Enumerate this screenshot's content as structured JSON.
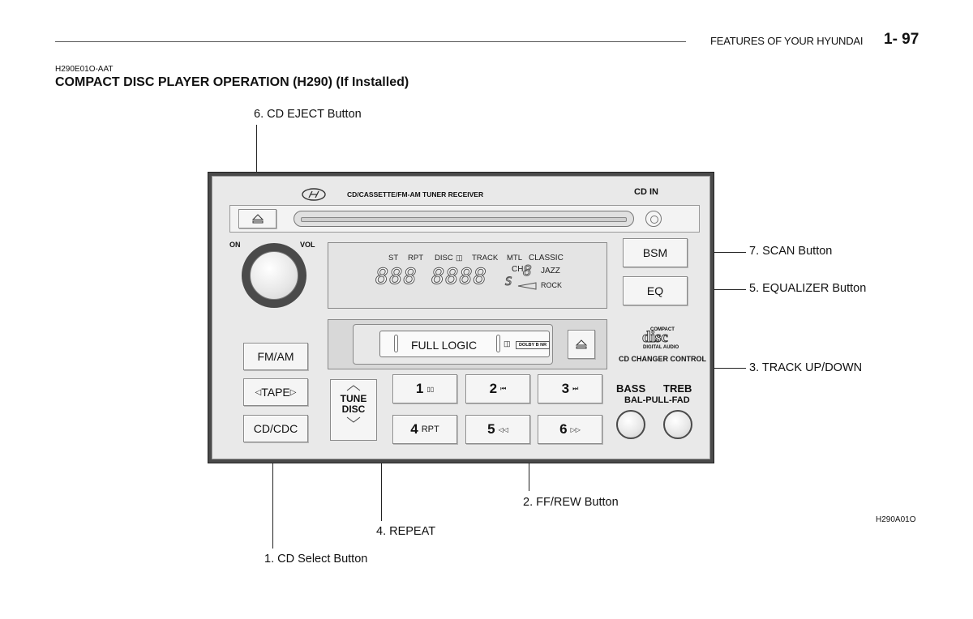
{
  "header": {
    "section": "FEATURES OF YOUR HYUNDAI",
    "page": "1- 97"
  },
  "doc": {
    "code": "H290E01O-AAT",
    "title": "COMPACT DISC PLAYER OPERATION (H290) (If Installed)",
    "figure_code": "H290A01O"
  },
  "callouts": {
    "cd_eject": "6. CD EJECT Button",
    "scan": "7. SCAN Button",
    "equalizer": "5. EQUALIZER Button",
    "track": "3. TRACK UP/DOWN",
    "ff_rew": "2. FF/REW Button",
    "repeat": "4. REPEAT",
    "cd_select": "1. CD Select Button"
  },
  "radio": {
    "receiver_label": "CD/CASSETTE/FM-AM TUNER RECEIVER",
    "cd_in": "CD  IN",
    "knob_on": "ON",
    "knob_vol": "VOL",
    "display": {
      "ind_st": "ST",
      "ind_rpt": "RPT",
      "ind_disc": "DISC",
      "ind_track": "TRACK",
      "ind_mtl": "MTL",
      "ind_classic": "CLASSIC",
      "ind_ch": "CH",
      "ind_jazz": "JAZZ",
      "ind_rock": "ROCK",
      "segments": "888 8888",
      "ch_digit": "8",
      "s_glyph": "S"
    },
    "bsm_label": "BSM",
    "eq_label": "EQ",
    "cassette_label": "FULL LOGIC",
    "dolby_label": "DOLBY B NR",
    "cd_logo_compact": "COMPACT",
    "cd_logo_disc": "disc",
    "cd_logo_digital": "DIGITAL AUDIO",
    "cd_changer_label": "CD CHANGER CONTROL",
    "fm_am_label": "FM/AM",
    "tape_label": "TAPE",
    "cdc_label": "CD/CDC",
    "tune_line1": "TUNE",
    "tune_line2": "DISC",
    "presets": [
      {
        "num": "1",
        "sym": "▯▯"
      },
      {
        "num": "2",
        "sym": "⏮"
      },
      {
        "num": "3",
        "sym": "⏭"
      },
      {
        "num": "4",
        "sym": "RPT"
      },
      {
        "num": "5",
        "sym": "◁◁"
      },
      {
        "num": "6",
        "sym": "▷▷"
      }
    ],
    "bass_label": "BASS",
    "treb_label": "TREB",
    "bal_label": "BAL-PULL-FAD"
  }
}
